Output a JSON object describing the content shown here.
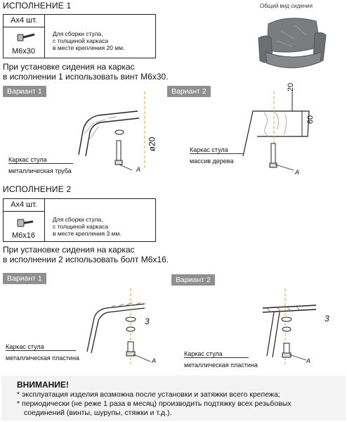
{
  "section1": {
    "title": "ИСПОЛНЕНИЕ 1",
    "qty": "Ax4 шт.",
    "part": "M6x30",
    "note_lines": [
      "Для сборки стула,",
      "с толщиной каркаса",
      "в месте крепления 20 мм."
    ],
    "instruction_lines": [
      "При установке сидения на каркас",
      "в исполнении 1 использовать винт М6х30."
    ],
    "variant1": {
      "tag": "Вариант 1",
      "frame_label": "Каркас стула",
      "material_label": "металлическая труба",
      "dim_label": "ø20",
      "point_label": "А"
    },
    "variant2": {
      "tag": "Вариант 2",
      "frame_label": "Каркас стула",
      "material_label": "массив дерева",
      "dim_top": "20",
      "dim_side": "60",
      "point_label": "А"
    }
  },
  "overview": {
    "caption": "Общий вид сидения"
  },
  "section2": {
    "title": "ИСПОЛНЕНИЕ 2",
    "qty": "Ax4 шт.",
    "part": "M6x16",
    "note_lines": [
      "Для сборки стула,",
      "с толщиной каркаса",
      "в месте крепления 3 мм."
    ],
    "instruction_lines": [
      "При установке сидения на каркас",
      "в исполнении 2 использовать болт М6х16."
    ],
    "variant1": {
      "tag": "Вариант 1",
      "frame_label": "Каркас стула",
      "material_label": "металлическая пластина",
      "dim_label": "3",
      "point_label": "А"
    },
    "variant2": {
      "tag": "Вариант 2",
      "frame_label": "Каркас стула",
      "material_label": "металлическая пластина",
      "dim_label": "3",
      "point_label": "А"
    }
  },
  "warning": {
    "title": "ВНИМАНИЕ!",
    "line1": "* эксплуатация изделия возможна после установки и затяжки всего крепежа;",
    "line2": "* периодически (не реже 1 раза в месяц) производить подтяжку всех резьбовых",
    "line3": "соединений (винты, шурупы, стяжки и т.д.)."
  },
  "colors": {
    "tag_bg": "#8f8f8f",
    "line": "#222222",
    "dash": "#d9a23c",
    "warning_bg": "#f3f3f3"
  }
}
